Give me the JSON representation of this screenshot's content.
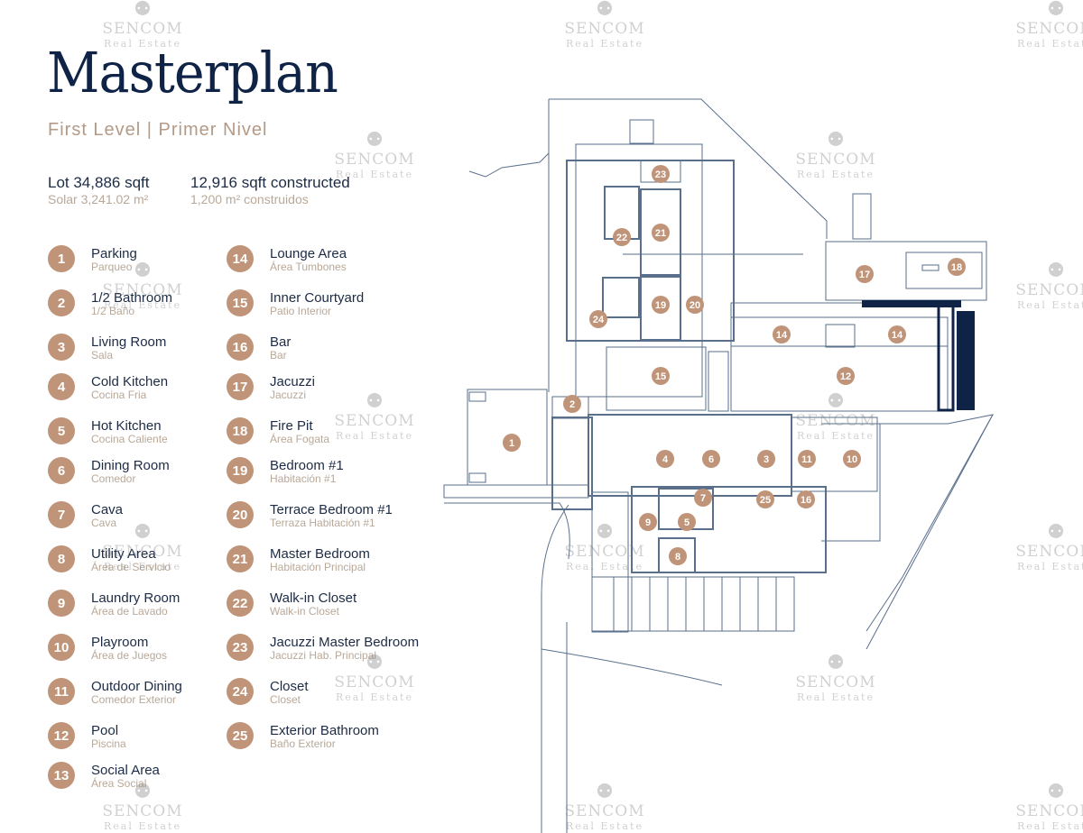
{
  "header": {
    "title": "Masterplan",
    "subtitle": "First Level | Primer Nivel"
  },
  "stats": [
    {
      "en": "Lot 34,886 sqft",
      "es": "Solar 3,241.02 m²"
    },
    {
      "en": "12,916 sqft constructed",
      "es": "1,200 m² construidos"
    }
  ],
  "legend": [
    {
      "n": "1",
      "en": "Parking",
      "es": "Parqueo"
    },
    {
      "n": "2",
      "en": "1/2 Bathroom",
      "es": "1/2 Baño"
    },
    {
      "n": "3",
      "en": "Living Room",
      "es": "Sala"
    },
    {
      "n": "4",
      "en": "Cold Kitchen",
      "es": "Cocina Fria"
    },
    {
      "n": "5",
      "en": "Hot Kitchen",
      "es": "Cocina Caliente"
    },
    {
      "n": "6",
      "en": "Dining Room",
      "es": "Comedor"
    },
    {
      "n": "7",
      "en": "Cava",
      "es": "Cava"
    },
    {
      "n": "8",
      "en": "Utility Area",
      "es": "Área de Servicio"
    },
    {
      "n": "9",
      "en": "Laundry Room",
      "es": "Área de Lavado"
    },
    {
      "n": "10",
      "en": "Playroom",
      "es": "Área de Juegos"
    },
    {
      "n": "11",
      "en": "Outdoor Dining",
      "es": "Comedor Exterior"
    },
    {
      "n": "12",
      "en": "Pool",
      "es": "Piscina"
    },
    {
      "n": "13",
      "en": "Social Area",
      "es": "Área Social"
    },
    {
      "n": "14",
      "en": "Lounge Area",
      "es": "Área Tumbones"
    },
    {
      "n": "15",
      "en": "Inner Courtyard",
      "es": "Patio Interior"
    },
    {
      "n": "16",
      "en": "Bar",
      "es": "Bar"
    },
    {
      "n": "17",
      "en": "Jacuzzi",
      "es": "Jacuzzi"
    },
    {
      "n": "18",
      "en": "Fire Pit",
      "es": "Área Fogata"
    },
    {
      "n": "19",
      "en": "Bedroom #1",
      "es": "Habitación #1"
    },
    {
      "n": "20",
      "en": "Terrace Bedroom #1",
      "es": "Terraza Habitación #1"
    },
    {
      "n": "21",
      "en": "Master Bedroom",
      "es": "Habitación Principal"
    },
    {
      "n": "22",
      "en": "Walk-in Closet",
      "es": "Walk-in Closet"
    },
    {
      "n": "23",
      "en": "Jacuzzi Master Bedroom",
      "es": "Jacuzzi Hab. Principal"
    },
    {
      "n": "24",
      "en": "Closet",
      "es": "Closet"
    },
    {
      "n": "25",
      "en": "Exterior Bathroom",
      "es": "Baño Exterior"
    }
  ],
  "plan_markers": [
    "1",
    "2",
    "3",
    "4",
    "5",
    "6",
    "7",
    "8",
    "9",
    "10",
    "11",
    "12",
    "14",
    "14",
    "15",
    "16",
    "17",
    "18",
    "19",
    "20",
    "21",
    "22",
    "23",
    "24",
    "25"
  ],
  "watermark": {
    "name": "SENCOM",
    "tagline": "Real Estate"
  },
  "colors": {
    "navy": "#0f2347",
    "badge": "#c09478",
    "subtitle": "#b39a87",
    "plan_line": "#5a6f8c"
  }
}
